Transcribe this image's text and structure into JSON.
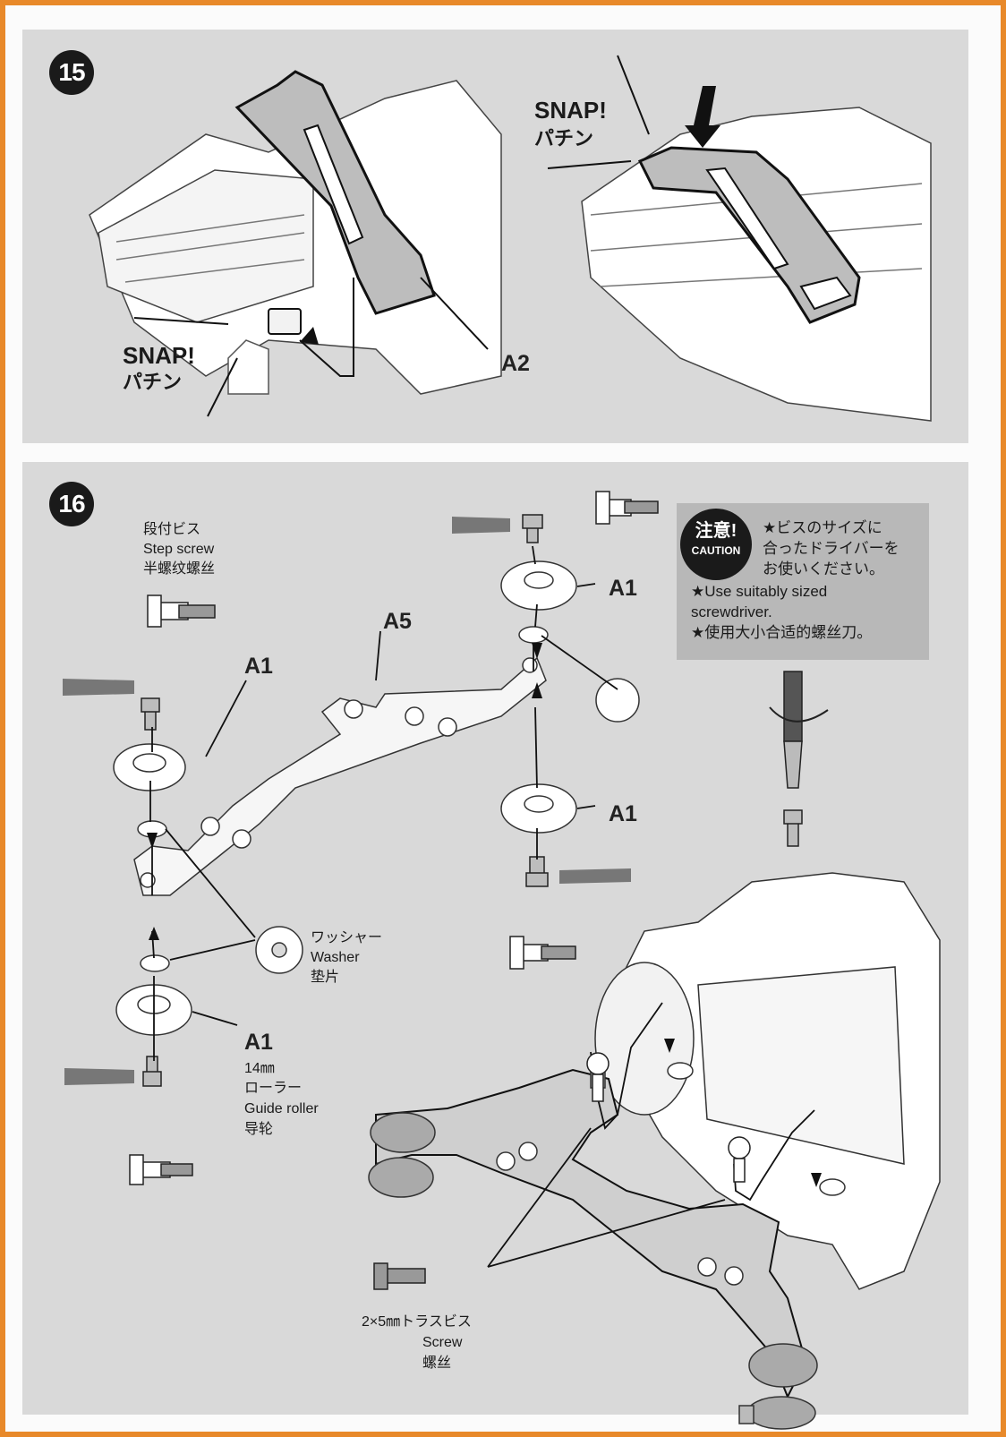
{
  "step15": {
    "number": "15",
    "snap_left": "SNAP!",
    "snap_left_jp": "パチン",
    "snap_right": "SNAP!",
    "snap_right_jp": "パチン",
    "part_a2": "A2"
  },
  "step16": {
    "number": "16",
    "step_screw_jp": "段付ビス",
    "step_screw_en": "Step screw",
    "step_screw_cn": "半螺纹螺丝",
    "part_a1_upper_left": "A1",
    "part_a5": "A5",
    "part_a1_top_right": "A1",
    "part_a1_mid_right": "A1",
    "part_a1_lower_left": "A1",
    "washer_jp": "ワッシャー",
    "washer_en": "Washer",
    "washer_cn": "垫片",
    "roller_size": "14㎜",
    "roller_jp": "ローラー",
    "roller_en": "Guide roller",
    "roller_cn": "导轮",
    "screw_jp": "2×5㎜トラスビス",
    "screw_en": "Screw",
    "screw_cn": "螺丝"
  },
  "caution": {
    "badge_jp": "注意!",
    "badge_en": "CAUTION",
    "line1": "★ビスのサイズに",
    "line2": "合ったドライバーを",
    "line3": "お使いください。",
    "line4": "★Use suitably sized",
    "line5": "screwdriver.",
    "line6": "★使用大小合适的螺丝刀。"
  },
  "colors": {
    "frame": "#e8892a",
    "panel": "#d9d9d9",
    "caution_box": "#b8b8b8"
  }
}
